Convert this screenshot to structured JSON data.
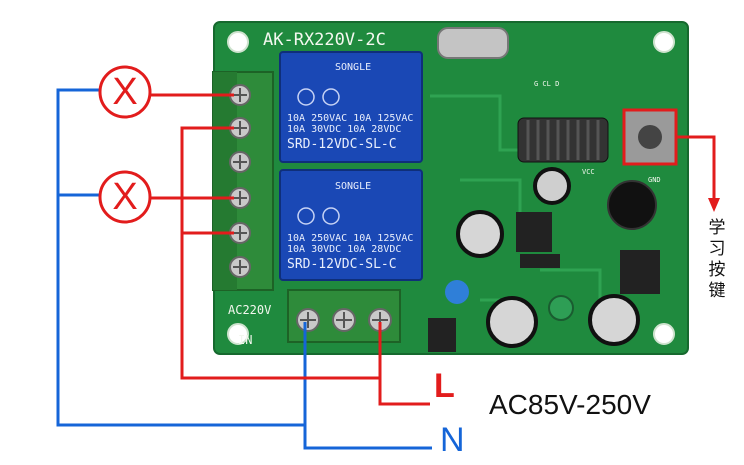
{
  "board": {
    "model": "AK-RX220V-2C",
    "input_voltage": "AC220V",
    "input_label": "IN",
    "gnd": "GND",
    "vcc": "VCC",
    "cld": "G CL D"
  },
  "relays": [
    {
      "brand": "SONGLE",
      "rating_1": "10A 250VAC  10A 125VAC",
      "rating_2": "10A 30VDC   10A 28VDC",
      "part": "SRD-12VDC-SL-C"
    },
    {
      "brand": "SONGLE",
      "rating_1": "10A 250VAC  10A 125VAC",
      "rating_2": "10A 30VDC   10A 28VDC",
      "part": "SRD-12VDC-SL-C"
    }
  ],
  "lamps": [
    "X",
    "X"
  ],
  "labels": {
    "live": "L",
    "neutral": "N",
    "voltage_range": "AC85V-250V",
    "learn": "学习按键"
  },
  "colors": {
    "live_wire": "#e21c1c",
    "neutral_wire": "#1565d8",
    "pcb": "#1f8a3e",
    "relay": "#1a48b5"
  }
}
